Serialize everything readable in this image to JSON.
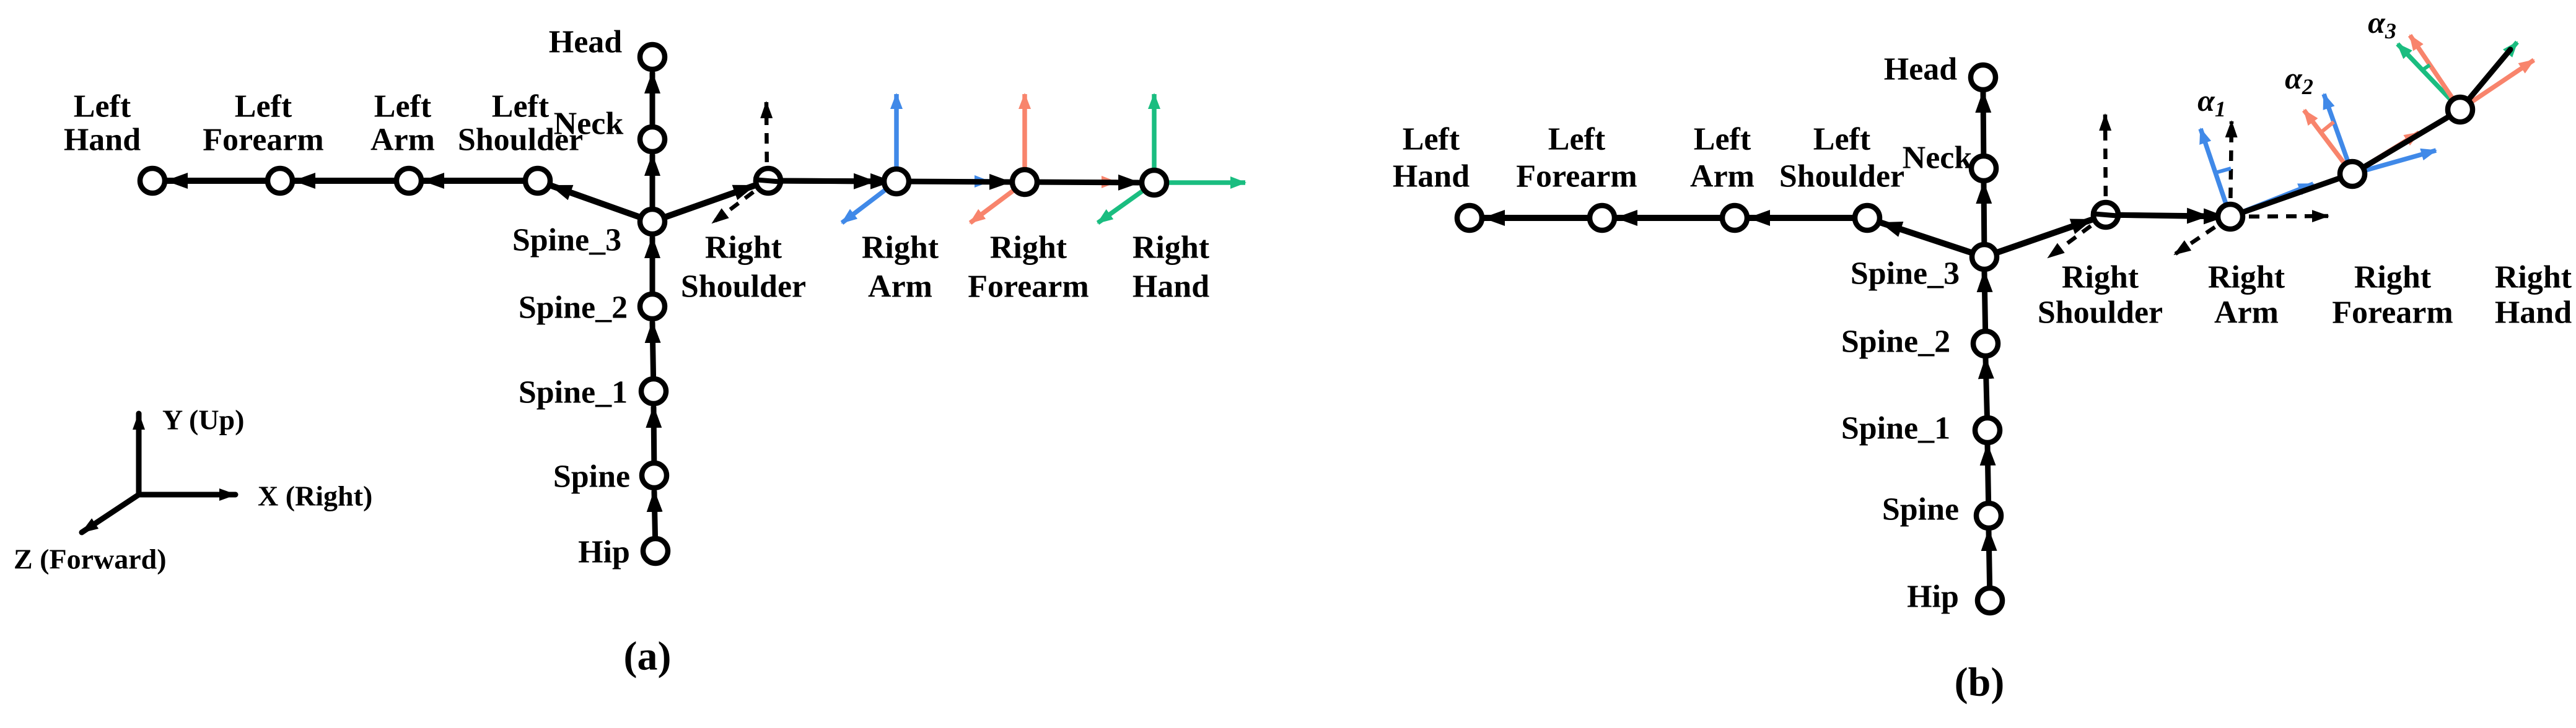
{
  "colors": {
    "bone_black": "#000000",
    "frame_blue": "#4089E8",
    "frame_salmon": "#F8846C",
    "frame_green": "#1ABD80",
    "background": "#FFFFFF"
  },
  "legend": {
    "y_axis_label": "Y (Up)",
    "x_axis_label": "X (Right)",
    "z_axis_label": "Z (Forward)"
  },
  "panel_a": {
    "caption": "(a)",
    "joints": {
      "head": "Head",
      "neck": "Neck",
      "spine_3": "Spine_3",
      "spine_2": "Spine_2",
      "spine_1": "Spine_1",
      "spine": "Spine",
      "hip": "Hip"
    },
    "left_arm": {
      "hand": [
        "Left",
        "Hand"
      ],
      "forearm": [
        "Left",
        "Forearm"
      ],
      "arm": [
        "Left",
        "Arm"
      ],
      "shoulder": [
        "Left",
        "Shoulder"
      ]
    },
    "right_arm": {
      "shoulder": [
        "Right",
        "Shoulder"
      ],
      "arm": [
        "Right",
        "Arm"
      ],
      "forearm": [
        "Right",
        "Forearm"
      ],
      "hand": [
        "Right",
        "Hand"
      ]
    }
  },
  "panel_b": {
    "caption": "(b)",
    "joints": {
      "head": "Head",
      "neck": "Neck",
      "spine_3": "Spine_3",
      "spine_2": "Spine_2",
      "spine_1": "Spine_1",
      "spine": "Spine",
      "hip": "Hip"
    },
    "left_arm": {
      "hand": [
        "Left",
        "Hand"
      ],
      "forearm": [
        "Left",
        "Forearm"
      ],
      "arm": [
        "Left",
        "Arm"
      ],
      "shoulder": [
        "Left",
        "Shoulder"
      ]
    },
    "right_arm": {
      "shoulder": [
        "Right",
        "Shoulder"
      ],
      "arm": [
        "Right",
        "Arm"
      ],
      "forearm": [
        "Right",
        "Forearm"
      ],
      "hand": [
        "Right",
        "Hand"
      ]
    },
    "angles": {
      "alpha_1": {
        "symbol": "α",
        "subscript": "1"
      },
      "alpha_2": {
        "symbol": "α",
        "subscript": "2"
      },
      "alpha_3": {
        "symbol": "α",
        "subscript": "3"
      }
    }
  }
}
